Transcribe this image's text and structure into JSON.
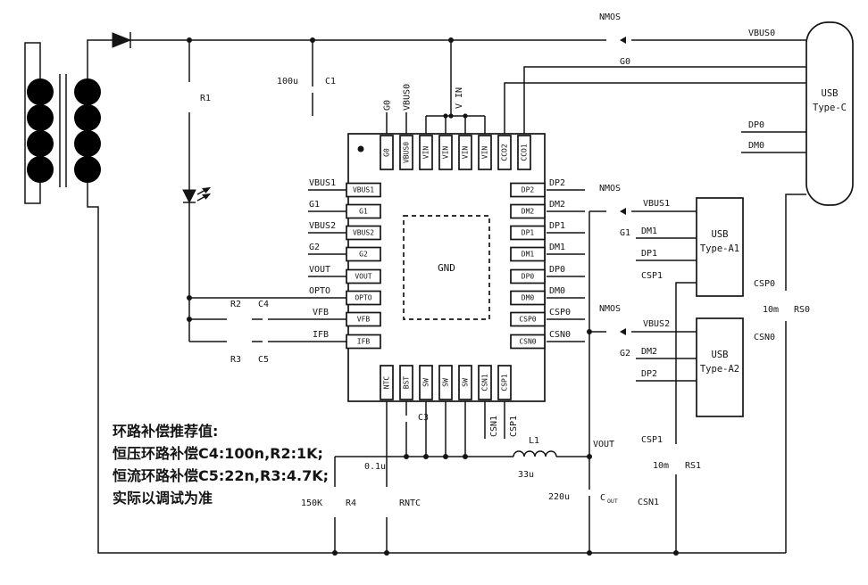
{
  "annotation": {
    "color": "#ee0000",
    "line1": "环路补偿推荐值:",
    "line2": "恒压环路补偿C4:100n,R2:1K;",
    "line3": "恒流环路补偿C5:22n,R3:4.7K;",
    "line4": "实际以调试为准"
  },
  "chip": {
    "pad": "GND",
    "pins_left": [
      "VBUS1",
      "G1",
      "VBUS2",
      "G2",
      "VOUT",
      "OPTO",
      "VFB",
      "IFB"
    ],
    "pins_right": [
      "DP2",
      "DM2",
      "DP1",
      "DM1",
      "DP0",
      "DM0",
      "CSP0",
      "CSN0"
    ],
    "pins_top": [
      "G0",
      "VBUS0",
      "VIN",
      "VIN",
      "VIN",
      "VIN",
      "CCO2",
      "CCO1"
    ],
    "pins_bottom": [
      "NTC",
      "BST",
      "SW",
      "SW",
      "SW",
      "CSN1",
      "CSP1"
    ]
  },
  "nets": {
    "vbus0": "VBUS0",
    "vin": "V IN",
    "vout": "VOUT",
    "vbus1": "VBUS1",
    "vbus2": "VBUS2",
    "g0": "G0",
    "g1": "G1",
    "g2": "G2",
    "dm1": "DM1",
    "dp1": "DP1",
    "dm2": "DM2",
    "dp2": "DP2",
    "dp0": "DP0",
    "dm0": "DM0",
    "csp1": "CSP1",
    "csn1": "CSN1",
    "csp0": "CSP0",
    "csn0": "CSN0"
  },
  "components": {
    "nmos": "NMOS",
    "c1": "C1",
    "c1_val": "100u",
    "r1": "R1",
    "r2": "R2",
    "c4": "C4",
    "r3": "R3",
    "c5": "C5",
    "c3": "C3",
    "c3_val": "0.1u",
    "r4": "R4",
    "r4_val": "150K",
    "rntc": "RNTC",
    "l1": "L1",
    "l1_val": "33u",
    "cout_ref": "C",
    "cout_sub": "OUT",
    "cout_val": "220u",
    "rs0": "RS0",
    "rs0_val": "10m",
    "rs1": "RS1",
    "rs1_val": "10m"
  },
  "connectors": {
    "usb": "USB",
    "type_c": "Type-C",
    "type_a1": "Type-A1",
    "type_a2": "Type-A2"
  }
}
